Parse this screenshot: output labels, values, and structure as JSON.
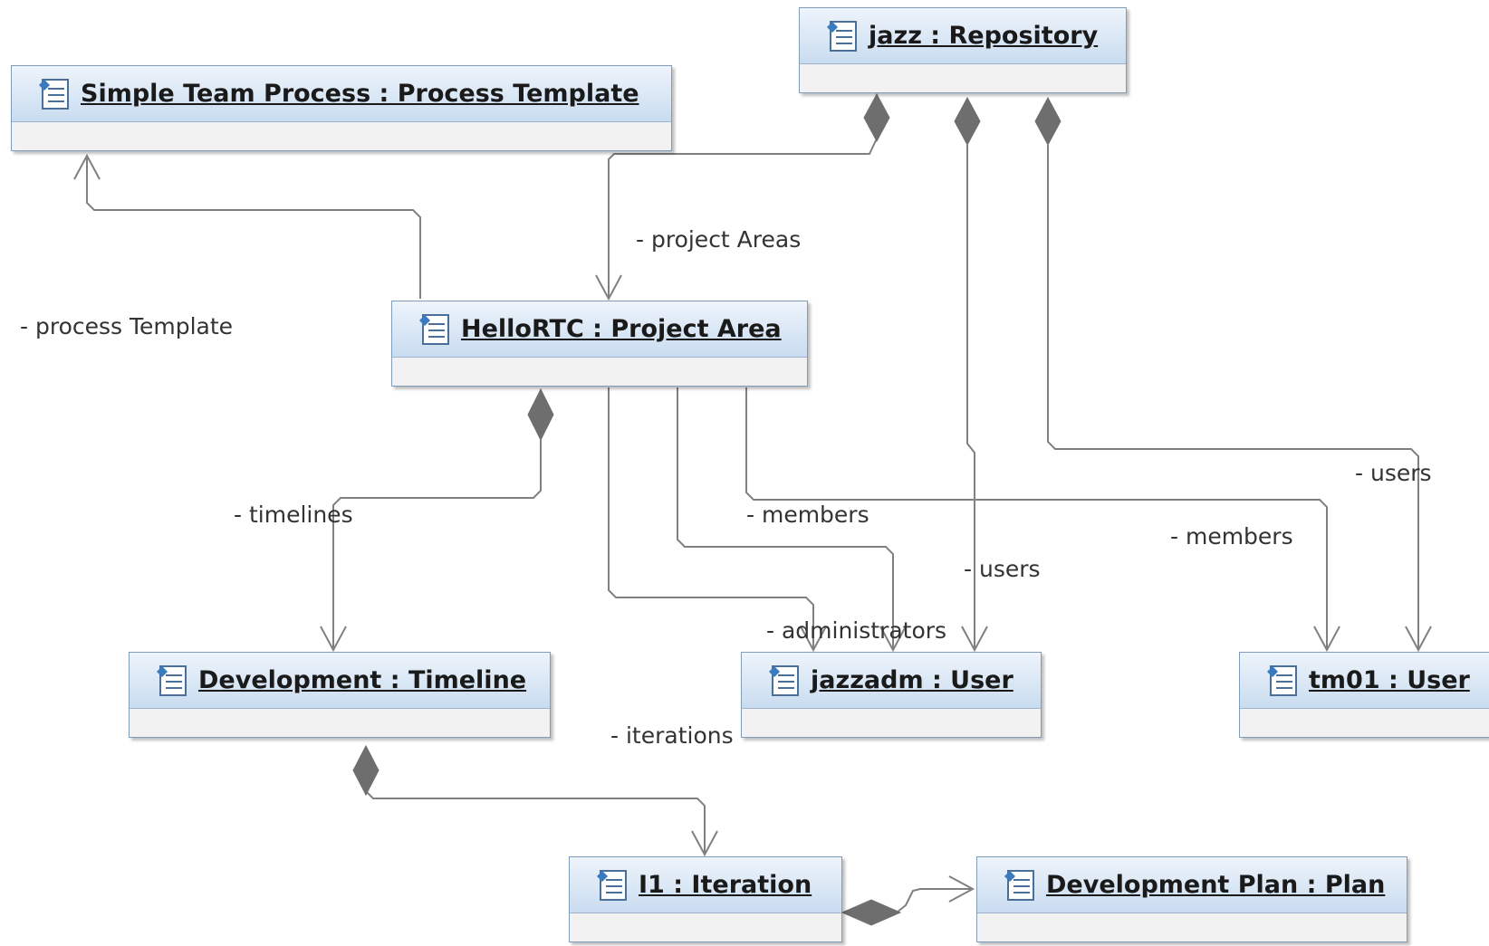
{
  "objects": {
    "repository": "jazz : Repository",
    "process_template": "Simple Team Process : Process Template",
    "project_area": "HelloRTC : Project Area",
    "timeline": "Development : Timeline",
    "jazzadm": "jazzadm : User",
    "tm01": "tm01 : User",
    "iteration": "I1 : Iteration",
    "plan": "Development Plan : Plan"
  },
  "labels": {
    "project_areas": "- project Areas",
    "process_template": "- process Template",
    "timelines": "- timelines",
    "members_1": "- members",
    "users_1": "- users",
    "members_2": "- members",
    "users_2": "- users",
    "administrators": "- administrators",
    "iterations": "- iterations"
  },
  "icon": "uml-instance-icon",
  "colors": {
    "header_top": "#eef4fb",
    "header_bottom": "#c9dcf0",
    "border": "#7f9db9",
    "connector": "#808080",
    "diamond": "#6e6e6e"
  }
}
